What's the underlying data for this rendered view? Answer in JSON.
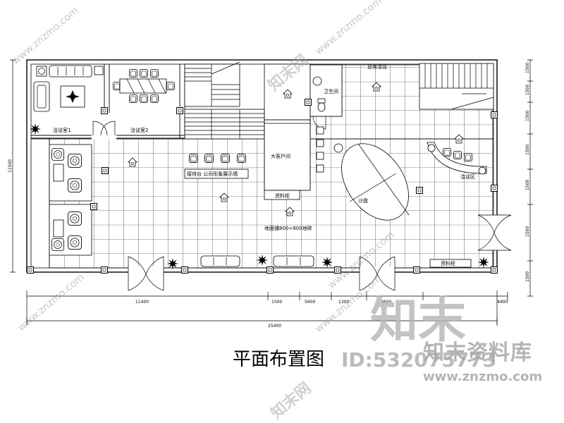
{
  "title": "平面布置图",
  "id_text": "ID:532075773",
  "logo": {
    "mark": "知末",
    "name": "知末资料库",
    "url": "www.znzmo.com"
  },
  "watermark": {
    "url": "www.znzmo.com",
    "stamp": "知末网"
  },
  "rooms": {
    "meeting_room_1": "洽谈室1",
    "meeting_room_2": "洽谈室2",
    "restroom": "卫生间",
    "business_room": "业务洽谈",
    "center_room": "大客户间",
    "reception": "接待台 公司形象展示墙",
    "cabinet_1": "资料柜",
    "sand_table": "沙盘",
    "lounge": "洽谈区",
    "cabinet_2": "资料柜",
    "floor_note": "地面铺800×800地砖"
  },
  "dimensions": {
    "left": "11500",
    "right": [
      "1500",
      "1500",
      "1500",
      "1500",
      "1500",
      "1500",
      "1500"
    ],
    "bottom_1": [
      "11400",
      "1500",
      "5600",
      "1300",
      "3600",
      "4400"
    ],
    "bottom_2": [
      "25400"
    ]
  }
}
